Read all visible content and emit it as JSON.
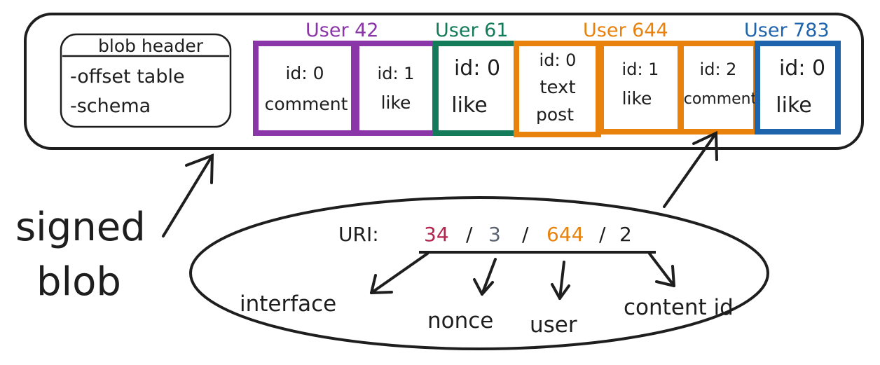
{
  "colors": {
    "ink": "#1e1e1e",
    "purple": "#8a35a8",
    "green": "#137a5a",
    "orange": "#e8820c",
    "blue": "#1e64ad",
    "crimson": "#b3244f",
    "gray": "#5b6270"
  },
  "blob_header": {
    "title": "blob header",
    "lines": [
      "-offset table",
      "-schema"
    ]
  },
  "users": [
    {
      "label": "User 42",
      "color": "purple"
    },
    {
      "label": "User 61",
      "color": "green"
    },
    {
      "label": "User 644",
      "color": "orange"
    },
    {
      "label": "User 783",
      "color": "blue"
    }
  ],
  "records": [
    {
      "color": "purple",
      "lines": [
        "id: 0",
        "comment"
      ]
    },
    {
      "color": "purple",
      "lines": [
        "id: 1",
        "like"
      ]
    },
    {
      "color": "green",
      "lines": [
        "id: 0",
        "like"
      ]
    },
    {
      "color": "orange",
      "lines": [
        "id: 0",
        "text",
        "post"
      ]
    },
    {
      "color": "orange",
      "lines": [
        "id: 1",
        "like"
      ]
    },
    {
      "color": "orange",
      "lines": [
        "id: 2",
        "comment"
      ]
    },
    {
      "color": "blue",
      "lines": [
        "id: 0",
        "like"
      ]
    }
  ],
  "signed_blob": {
    "line1": "signed",
    "line2": "blob"
  },
  "uri": {
    "prefix": "URI:",
    "interface": "34",
    "sep1": "/",
    "nonce": "3",
    "sep2": "/",
    "user": "644",
    "sep3": "/",
    "content": "2"
  },
  "uri_parts": {
    "interface": "interface",
    "nonce": "nonce",
    "user": "user",
    "content_id": "content id"
  }
}
